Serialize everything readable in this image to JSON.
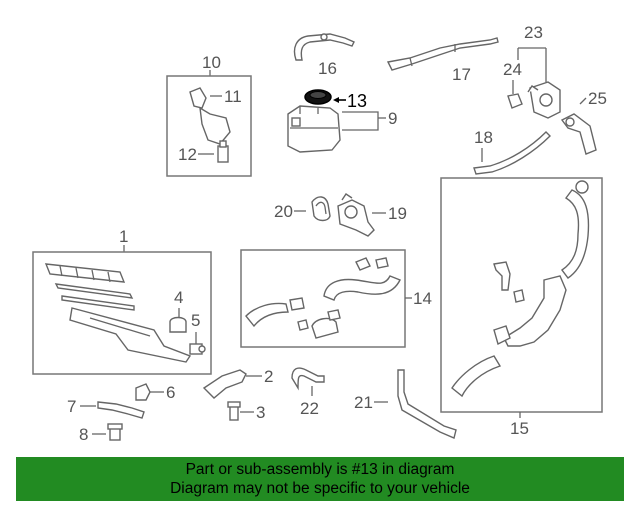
{
  "diagram": {
    "callouts": {
      "p1": "1",
      "p2": "2",
      "p3": "3",
      "p4": "4",
      "p5": "5",
      "p6": "6",
      "p7": "7",
      "p8": "8",
      "p9": "9",
      "p10": "10",
      "p11": "11",
      "p12": "12",
      "p13": "13",
      "p14": "14",
      "p15": "15",
      "p16": "16",
      "p17": "17",
      "p18": "18",
      "p19": "19",
      "p20": "20",
      "p21": "21",
      "p22": "22",
      "p23": "23",
      "p24": "24",
      "p25": "25"
    },
    "highlighted_part": "13",
    "highlight_color": "#000000",
    "line_color": "#666666"
  },
  "banner": {
    "line1": "Part or sub-assembly is #13 in diagram",
    "line2": "Diagram may not be specific to your vehicle",
    "background": "#228B22"
  }
}
